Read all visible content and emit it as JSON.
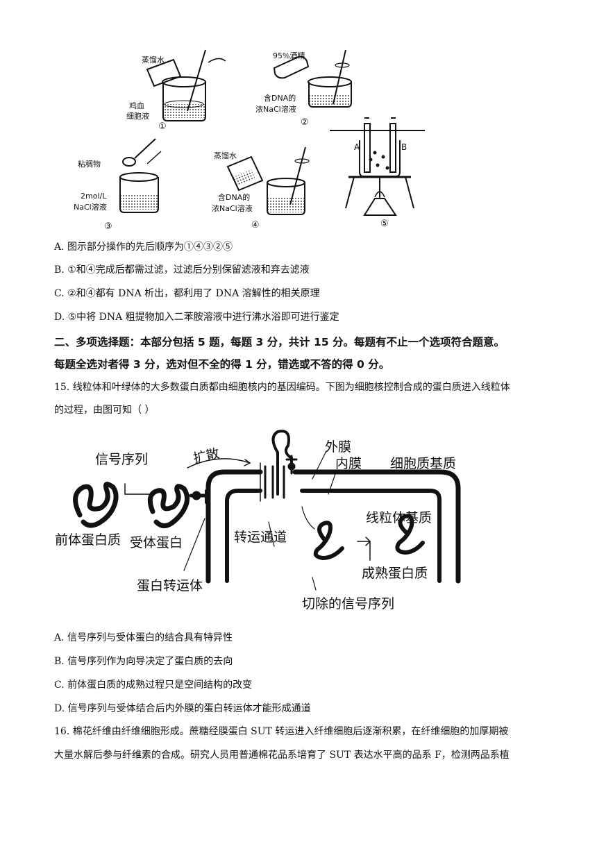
{
  "figure1": {
    "step1": {
      "top_label": "蒸馏水",
      "side_label_1": "鸡血",
      "side_label_2": "细胞液",
      "num": "①"
    },
    "step2": {
      "top_label": "95%酒精",
      "side_label_1": "含DNA的",
      "side_label_2": "浓NaCl溶液",
      "num": "②"
    },
    "step3": {
      "label_1": "粘稠物",
      "label_2": "2mol/L",
      "label_3": "NaCl溶液",
      "num": "③"
    },
    "step4": {
      "top_label": "蒸馏水",
      "side_label_1": "含DNA的",
      "side_label_2": "浓NaCl溶液",
      "num": "④"
    },
    "step5": {
      "tube_a": "A",
      "tube_b": "B",
      "num": "⑤"
    }
  },
  "q14_options": [
    "A. 图示部分操作的先后顺序为①④③②⑤",
    "B. ①和④完成后都需过滤，过滤后分别保留滤液和弃去滤液",
    "C. ②和④都有 DNA 析出，都利用了 DNA 溶解性的相关原理",
    "D. ⑤中将 DNA 粗提物加入二苯胺溶液中进行沸水浴即可进行鉴定"
  ],
  "section2": {
    "line1": "二、多项选择题：本部分包括 5 题，每题 3 分，共计 15 分。每题有不止一个选项符合题意。",
    "line2": "每题全选对者得 3 分，选对但不全的得 1 分，错选或不答的得 0 分。"
  },
  "q15": {
    "stem_line1": "15. 线粒体和叶绿体的大多数蛋白质都由细胞核内的基因编码。下图为细胞核控制合成的蛋白质进入线粒体",
    "stem_line2": "的过程，由图可知（        ）",
    "options": [
      "A. 信号序列与受体蛋白的结合具有特异性",
      "B. 信号序列作为向导决定了蛋白质的去向",
      "C. 前体蛋白质的成熟过程只是空间结构的改变",
      "D. 信号序列与受体结合后内外膜的蛋白转运体才能形成通道"
    ]
  },
  "figure2": {
    "signal_sequence": "信号序列",
    "diffusion": "扩散",
    "outer_membrane": "外膜",
    "inner_membrane": "内膜",
    "cytoplasmic_matrix": "细胞质基质",
    "precursor_protein": "前体蛋白质",
    "receptor_protein": "受体蛋白",
    "transport_channel": "转运通道",
    "mitochondrial_matrix": "线粒体基质",
    "protein_transporter": "蛋白转运体",
    "mature_protein": "成熟蛋白质",
    "cleaved_signal": "切除的信号序列"
  },
  "q16": {
    "line1": "16. 棉花纤维由纤维细胞形成。蔗糖经膜蛋白 SUT 转运进入纤维细胞后逐渐积累，在纤维细胞的加厚期被",
    "line2": "大量水解后参与纤维素的合成。研究人员用普通棉花品系培育了 SUT 表达水平高的品系 F，检测两品系植"
  }
}
